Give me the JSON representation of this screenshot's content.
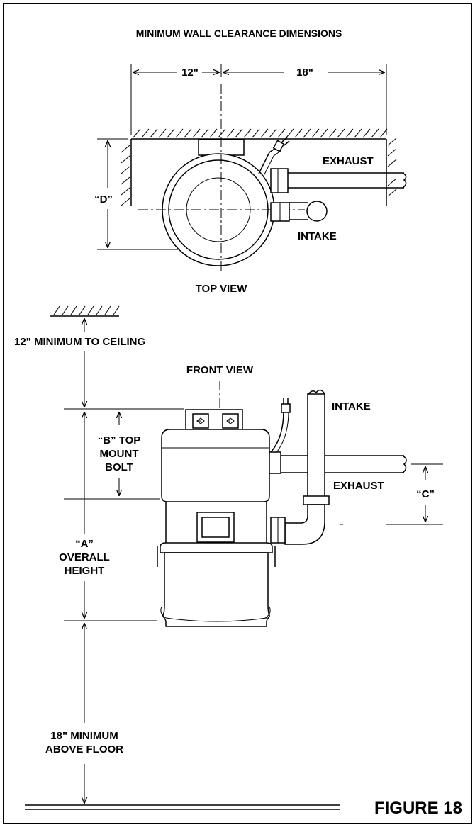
{
  "title": "MINIMUM WALL CLEARANCE DIMENSIONS",
  "top_view": {
    "dim_left": "12\"",
    "dim_right": "18\"",
    "dim_depth": "“D”",
    "exhaust": "EXHAUST",
    "intake": "INTAKE",
    "view_label": "TOP VIEW"
  },
  "front_view": {
    "ceiling_clearance": "12\" MINIMUM TO CEILING",
    "view_label": "FRONT VIEW",
    "intake": "INTAKE",
    "exhaust": "EXHAUST",
    "dim_b": [
      "“B” TOP",
      "MOUNT",
      "BOLT"
    ],
    "dim_c": "“C”",
    "dim_a": [
      "“A”",
      "OVERALL",
      "HEIGHT"
    ],
    "floor_clearance": [
      "18\" MINIMUM",
      "ABOVE FLOOR"
    ]
  },
  "figure_label": "FIGURE 18"
}
